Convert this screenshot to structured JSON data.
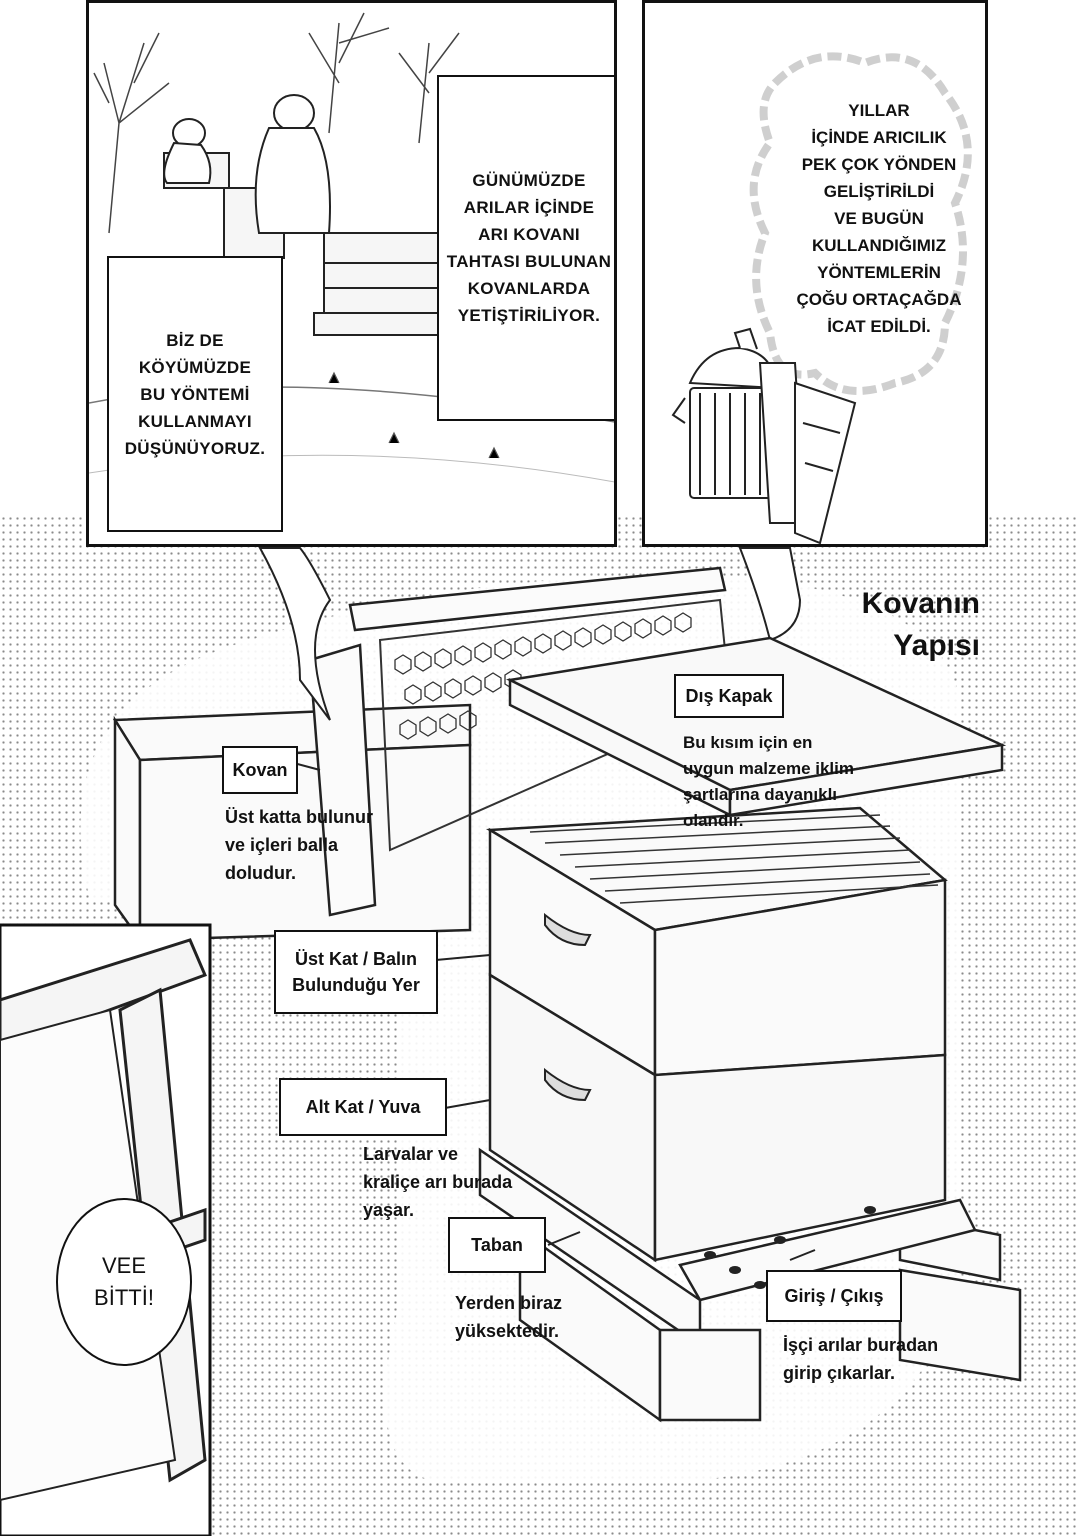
{
  "panel_top_left": {
    "caption_1": "GÜNÜMÜZDE\nARILAR İÇİNDE\nARI KOVANI\nTAHTASI BULUNAN\nKOVANLARDA\nYETİŞTİRİLİYOR.",
    "caption_2": "BİZ DE\nKÖYÜMÜZDE\nBU YÖNTEMİ\nKULLANMAYI\nDÜŞÜNÜYORUZ."
  },
  "panel_top_right": {
    "cloud_text": "YILLAR\nİÇİNDE ARICILIK\nPEK ÇOK YÖNDEN\nGELİŞTİRİLDİ\nVE BUGÜN\nKULLANDIĞIMIZ\nYÖNTEMLERİN\nÇOĞU ORTAÇAĞDA\nİCAT EDİLDİ."
  },
  "diagram": {
    "title": "Kovanın\nYapısı",
    "labels": {
      "dis_kapak": {
        "label": "Dış Kapak",
        "note": "Bu kısım için en\nuygun malzeme iklim\nşartlarına dayanıklı\nolandır."
      },
      "kovan": {
        "label": "Kovan",
        "note": "Üst katta bulunur\nve içleri balla\ndoludur."
      },
      "ust_kat": {
        "label": "Üst Kat / Balın\nBulunduğu Yer"
      },
      "alt_kat": {
        "label": "Alt Kat / Yuva",
        "note": "Larvalar ve\nkraliçe arı burada\nyaşar."
      },
      "taban": {
        "label": "Taban",
        "note": "Yerden biraz\nyüksektedir."
      },
      "giris": {
        "label": "Giriş / Çıkış",
        "note": "İşçi arılar buradan\ngirip çıkarlar."
      }
    }
  },
  "speech_bubble": {
    "text": "VEE\nBİTTİ!"
  }
}
